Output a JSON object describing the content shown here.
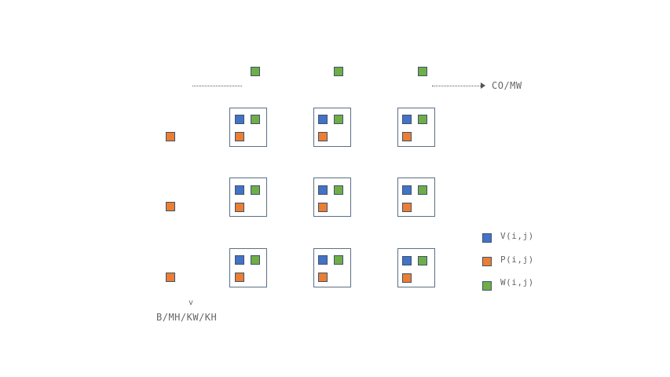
{
  "colors": {
    "blue": "#4472c4",
    "orange": "#ed7d31",
    "green": "#70ad47"
  },
  "axis": {
    "top_label": "CO/MW",
    "bottom_arrow": "v",
    "bottom_label": "B/MH/KW/KH"
  },
  "legend": [
    {
      "label": "V(i,j)",
      "color": "blue"
    },
    {
      "label": "P(i,j)",
      "color": "orange"
    },
    {
      "label": "W(i,j)",
      "color": "green"
    }
  ]
}
